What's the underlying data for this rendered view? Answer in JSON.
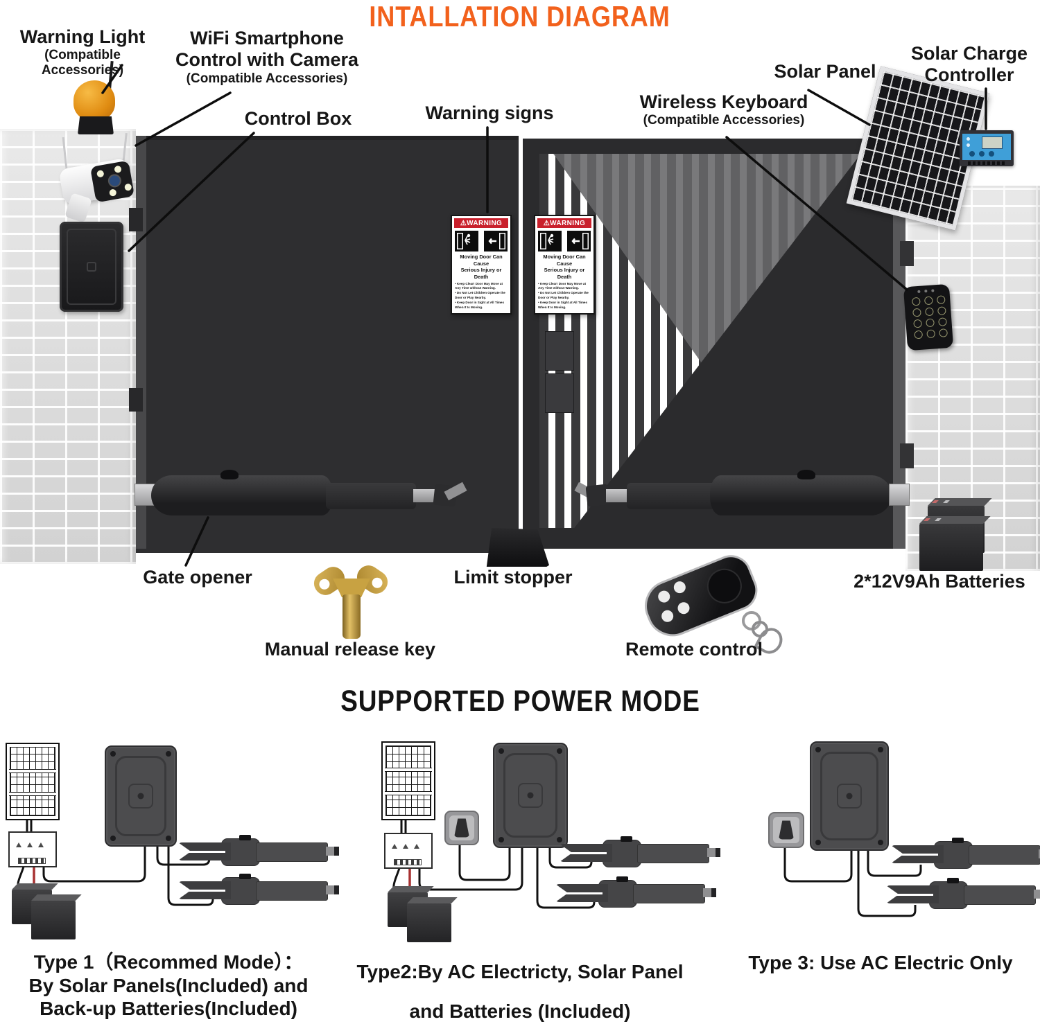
{
  "title": "INTALLATION DIAGRAM",
  "colors": {
    "title_orange": "#f2611c",
    "warning_red": "#c9202c",
    "gate_dark": "#2e2e30",
    "brick": "#dedede"
  },
  "labels": {
    "warning_light": "Warning Light",
    "warning_light_sub": "(Compatible Accessories)",
    "wifi_line1": "WiFi Smartphone",
    "wifi_line2": "Control with Camera",
    "wifi_sub": "(Compatible Accessories)",
    "control_box": "Control Box",
    "warning_signs": "Warning signs",
    "wireless_keyboard": "Wireless Keyboard",
    "wireless_keyboard_sub": "(Compatible Accessories)",
    "solar_panel": "Solar Panel",
    "solar_charge_line1": "Solar Charge",
    "solar_charge_line2": "Controller",
    "gate_opener": "Gate opener",
    "manual_release_key": "Manual release key",
    "limit_stopper": "Limit stopper",
    "remote_control": "Remote control",
    "batteries": "2*12V9Ah Batteries"
  },
  "warning_sign": {
    "header_icon": "⚠",
    "header": "WARNING",
    "title_line1": "Moving Door Can Cause",
    "title_line2": "Serious Injury or Death",
    "bullets": [
      "Keep Clear! Door May Move at Any Time without Warning.",
      "Do Not Let Children Operate the Door or Play Nearby.",
      "Keep Door in Sight at All Times When It Is Moving."
    ]
  },
  "power_modes": {
    "title": "SUPPORTED POWER MODE",
    "type1_line1": "Type 1（Recommed Mode）：",
    "type1_line2": "By Solar Panels(Included) and",
    "type1_line3": "Back-up Batteries(Included)",
    "type2_line1": "Type2:By AC Electricty, Solar Panel",
    "type2_line2": "and Batteries (Included)",
    "type3_line1": "Type 3: Use AC Electric Only"
  }
}
